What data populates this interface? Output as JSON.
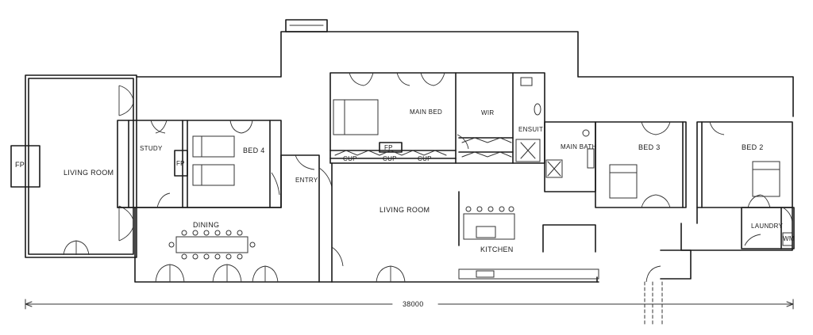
{
  "rooms": {
    "living_room_left": "LIVING ROOM",
    "fp_left": "FP",
    "study": "STUDY",
    "fp_study": "FP",
    "bed4": "BED 4",
    "dining": "DINING",
    "entry": "ENTRY",
    "main_bed": "MAIN BED",
    "wir": "WIR",
    "ensuit": "ENSUIT",
    "fp_main": "FP",
    "cup1": "CUP",
    "cup2": "CUP",
    "cup3": "CUP",
    "living_room_center": "LIVING ROOM",
    "kitchen": "KITCHEN",
    "main_bath": "MAIN BATH",
    "bed3": "BED 3",
    "bed2": "BED 2",
    "laundry": "LAUNDRY",
    "wm": "WM"
  },
  "dimension": {
    "overall": "38000"
  }
}
